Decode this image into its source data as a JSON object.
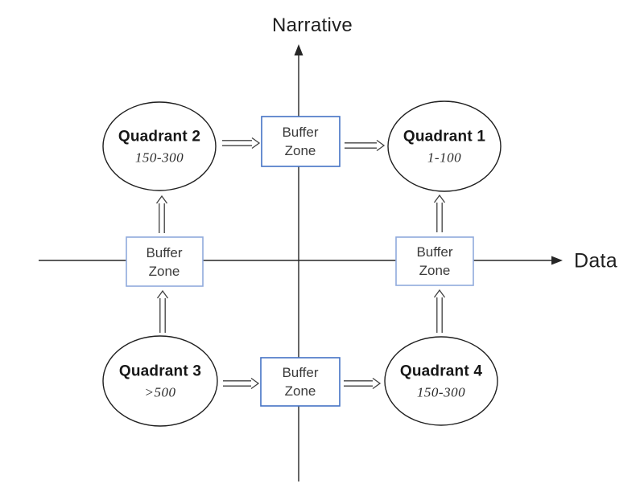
{
  "diagram": {
    "axes": {
      "y_label": "Narrative",
      "x_label": "Data"
    },
    "quadrants": [
      {
        "label": "Quadrant 1",
        "range": "1-100"
      },
      {
        "label": "Quadrant 2",
        "range": "150-300"
      },
      {
        "label": "Quadrant 3",
        "range": ">500"
      },
      {
        "label": "Quadrant 4",
        "range": "150-300"
      }
    ],
    "buffer_zones": [
      {
        "position": "top",
        "line1": "Buffer",
        "line2": "Zone"
      },
      {
        "position": "left",
        "line1": "Buffer",
        "line2": "Zone"
      },
      {
        "position": "right",
        "line1": "Buffer",
        "line2": "Zone"
      },
      {
        "position": "bottom",
        "line1": "Buffer",
        "line2": "Zone"
      }
    ],
    "colors": {
      "box_border_strong": "#4472c4",
      "box_border_light": "#8faadc",
      "line": "#262626",
      "text": "#1a1a1a"
    }
  }
}
